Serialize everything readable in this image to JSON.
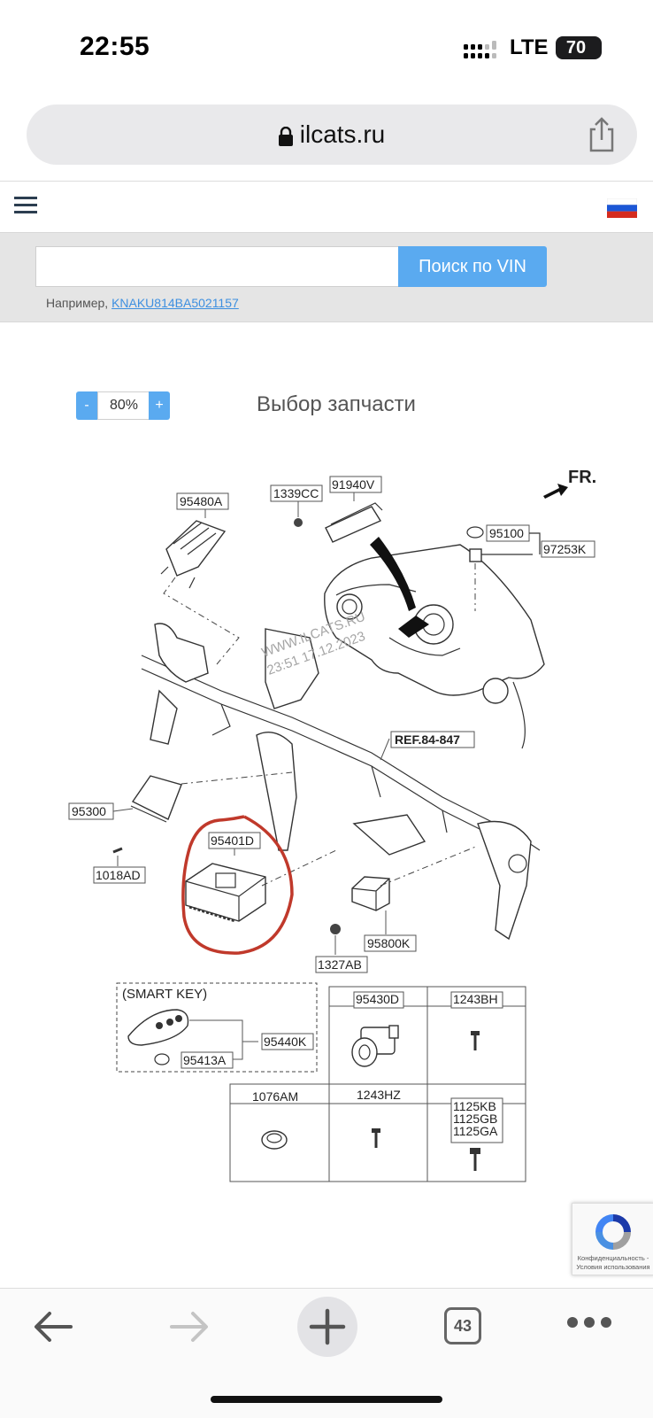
{
  "status_bar": {
    "time": "22:55",
    "network": "LTE",
    "battery": "70"
  },
  "browser": {
    "url": "ilcats.ru",
    "tab_count": "43"
  },
  "search": {
    "input_value": "",
    "button_label": "Поиск по VIN",
    "example_prefix": "Например,",
    "example_vin": "KNAKU814BA5021157"
  },
  "viewer": {
    "zoom_minus": "-",
    "zoom_value": "80%",
    "zoom_plus": "+",
    "title": "Выбор запчасти"
  },
  "diagram": {
    "direction_label": "FR.",
    "watermark_line1": "WWW.ILCATS.RU",
    "watermark_line2": "23:51 17.12.2023",
    "ref_label": "REF.84-847",
    "smart_key_label": "(SMART KEY)",
    "parts": {
      "p95480A": "95480A",
      "p1339CC": "1339CC",
      "p91940V": "91940V",
      "p95100": "95100",
      "p97253K": "97253K",
      "p95300": "95300",
      "p1018AD": "1018AD",
      "p95401D": "95401D",
      "p95800K": "95800K",
      "p1327AB": "1327AB",
      "p95440K": "95440K",
      "p95413A": "95413A",
      "p95430D": "95430D",
      "p1243BH": "1243BH",
      "p1076AM": "1076AM",
      "p1243HZ": "1243HZ",
      "p1125KB": "1125KB",
      "p1125GB": "1125GB",
      "p1125GA": "1125GA"
    }
  },
  "recaptcha": {
    "text_line1": "Конфиденциальность -",
    "text_line2": "Условия использования"
  },
  "colors": {
    "accent": "#5aaaf0",
    "link": "#3d8fe0",
    "highlight_circle": "#c0392b"
  }
}
